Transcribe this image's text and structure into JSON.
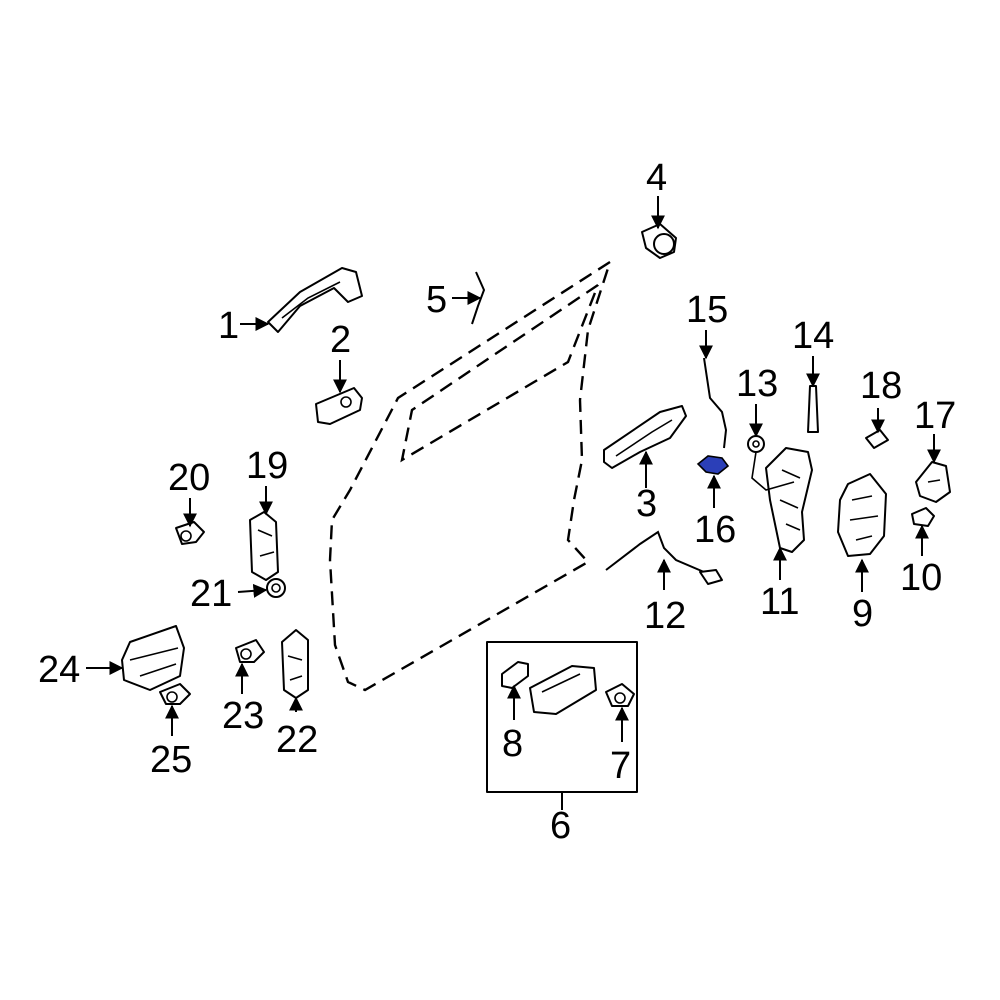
{
  "callouts": {
    "c1": "1",
    "c2": "2",
    "c3": "3",
    "c4": "4",
    "c5": "5",
    "c6": "6",
    "c7": "7",
    "c8": "8",
    "c9": "9",
    "c10": "10",
    "c11": "11",
    "c12": "12",
    "c13": "13",
    "c14": "14",
    "c15": "15",
    "c16": "16",
    "c17": "17",
    "c18": "18",
    "c19": "19",
    "c20": "20",
    "c21": "21",
    "c22": "22",
    "c23": "23",
    "c24": "24",
    "c25": "25"
  },
  "colors": {
    "line": "#000000",
    "background": "#ffffff",
    "highlight": "#2b3fb8"
  },
  "highlighted_part": "16"
}
